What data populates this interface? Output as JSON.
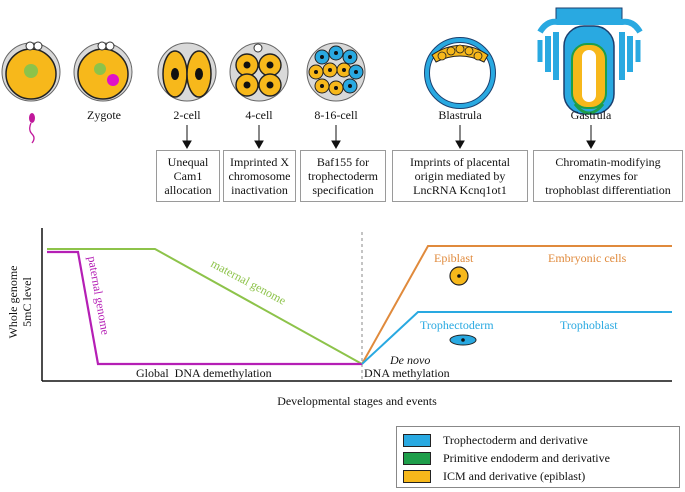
{
  "stages": [
    {
      "label": ""
    },
    {
      "label": "Zygote"
    },
    {
      "label": "2-cell"
    },
    {
      "label": "4-cell"
    },
    {
      "label": "8-16-cell"
    },
    {
      "label": "Blastrula"
    },
    {
      "label": "Gastrula"
    }
  ],
  "boxes": [
    {
      "text": "Unequal\nCam1\nallocation"
    },
    {
      "text": "Imprinted X\nchromosome\ninactivation"
    },
    {
      "text": "Baf155 for\ntrophectoderm\nspecification"
    },
    {
      "text": "Imprints of placental\norigin mediated by\nLncRNA Kcnq1ot1"
    },
    {
      "text": "Chromatin-modifying\nenzymes for\ntrophoblast differentiation"
    }
  ],
  "graph": {
    "ylabel_line1": "Whole genome",
    "ylabel_line2": "5mC level",
    "xlabel": "Developmental stages and events",
    "paternal_label": "paternal genome",
    "maternal_label": "maternal genome",
    "demethylation_label": "Global  DNA demethylation",
    "de_novo_label": "De novo",
    "methylation_label": "DNA methylation",
    "epiblast_label": "Epiblast",
    "embryonic_label": "Embryonic cells",
    "trophectoderm_label": "Trophectoderm",
    "trophoblast_label": "Trophoblast"
  },
  "legend": [
    {
      "label": "Trophectoderm and derivative",
      "color": "#29a9e1"
    },
    {
      "label": "Primitive endoderm and derivative",
      "color": "#1e9e4a"
    },
    {
      "label": "ICM and derivative (epiblast)",
      "color": "#f7b81b"
    }
  ],
  "colors": {
    "paternal": "#b51fb5",
    "maternal": "#8dc34a",
    "embryonic": "#e08a3c",
    "trophoblast": "#29a9e1",
    "icm": "#f7b81b",
    "zona": "#d9d9d9"
  }
}
